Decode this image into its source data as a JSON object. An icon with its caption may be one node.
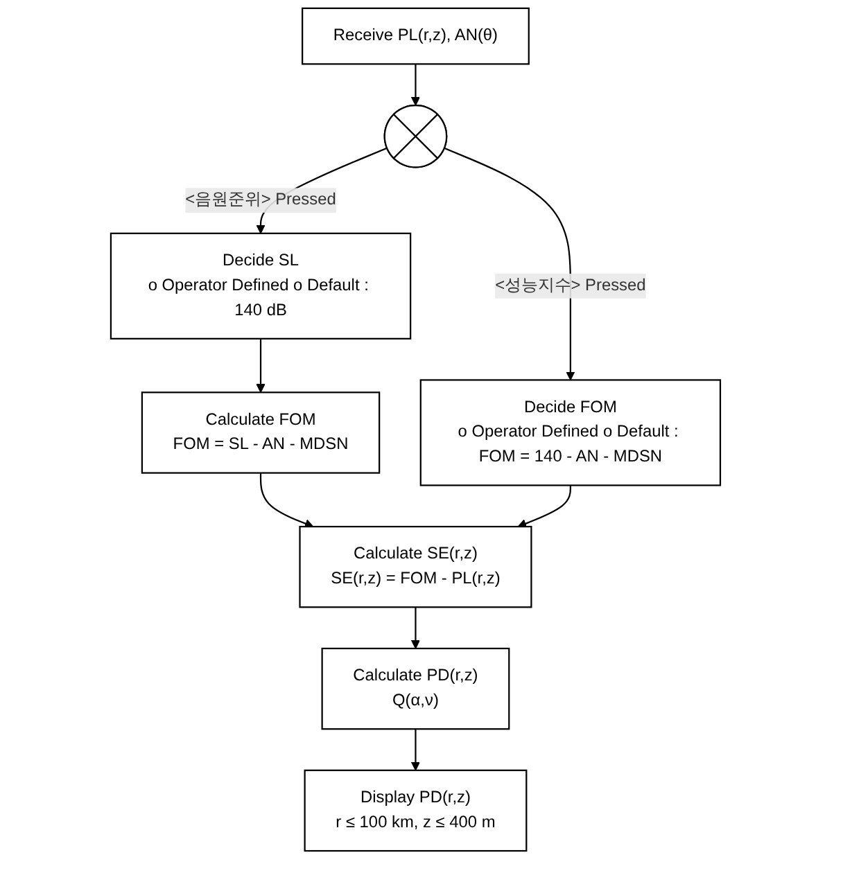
{
  "diagram": {
    "nodes": [
      {
        "text": [
          "Receive PL(r,z), AN(θ)"
        ]
      },
      {
        "text": [],
        "shape": "circle"
      },
      {
        "text": [
          "Decide SL",
          "o Operator Defined o Default : 140 dB"
        ]
      },
      {
        "text": [
          "Decide FOM",
          "o Operator Defined o Default : FOM = 140 - AN - MDSN"
        ]
      },
      {
        "text": [
          "Calculate FOM",
          "FOM = SL - AN - MDSN"
        ]
      },
      {
        "text": [
          "Calculate SE(r,z)",
          "SE(r,z) = FOM - PL(r,z)"
        ]
      },
      {
        "text": [
          "Calculate PD(r,z)",
          "Q(α,ν)"
        ]
      },
      {
        "text": [
          "Display PD(r,z)",
          "r ≤ 100 km, z ≤ 400 m"
        ]
      }
    ],
    "edges": [
      {
        "from": 0,
        "to": 1,
        "arrow": "to"
      },
      {
        "from": 1,
        "to": 2,
        "arrow": "to",
        "label": "<음원준위> Pressed"
      },
      {
        "from": 1,
        "to": 3,
        "arrow": "to",
        "label": "<성능지수> Pressed"
      },
      {
        "from": 2,
        "to": 4,
        "arrow": "to"
      },
      {
        "from": 4,
        "to": 5,
        "arrow": "to"
      },
      {
        "from": 3,
        "to": 5,
        "arrow": "to"
      },
      {
        "from": 5,
        "to": 6,
        "arrow": "to"
      },
      {
        "from": 6,
        "to": 7,
        "arrow": "to"
      }
    ]
  }
}
